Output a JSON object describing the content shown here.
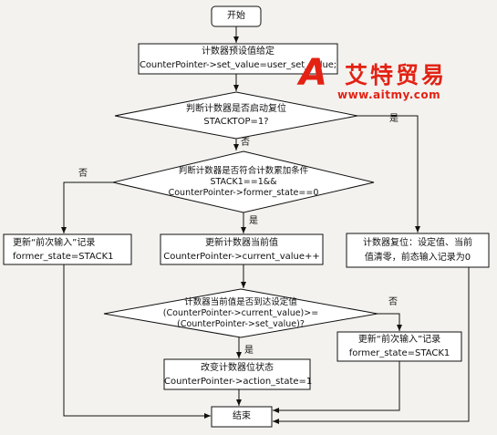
{
  "nodes": {
    "start": "开始",
    "preset": [
      "计数器预设值给定",
      "CounterPointer->set_value=user_set_value;"
    ],
    "check_start": [
      "判断计数器是否启动复位",
      "STACKTOP=1?"
    ],
    "check_accum": [
      "判断计数器是否符合计数累加条件",
      "STACK1==1&&",
      "CounterPointer->former_state==0"
    ],
    "update_left": [
      "更新“前次输入”记录",
      "former_state=STACK1"
    ],
    "update_current": [
      "更新计数器当前值",
      "CounterPointer->current_value++"
    ],
    "reset": [
      "计数器复位：设定值、当前",
      "值清零，前态输入记录为0"
    ],
    "check_reach": [
      "计数器当前值是否到达设定值",
      "(CounterPointer->current_value)>=",
      "(CounterPointer->set_value)?"
    ],
    "update_right": [
      "更新“前次输入”记录",
      "former_state=STACK1"
    ],
    "change_state": [
      "改变计数器位状态",
      "CounterPointer->action_state=1"
    ],
    "end": "结束"
  },
  "edge_labels": {
    "start_yes": "是",
    "start_no": "否",
    "accum_no": "否",
    "accum_yes": "是",
    "reach_no": "否",
    "reach_yes": "是"
  },
  "watermark": {
    "logo_letter": "A",
    "brand": "艾特贸易",
    "url": "www.aitmy.com",
    "color": "#e32214"
  }
}
